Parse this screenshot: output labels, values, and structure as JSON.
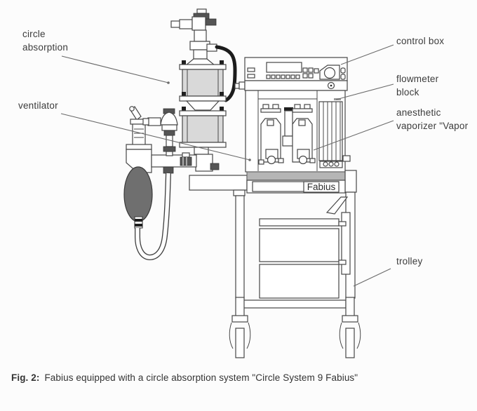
{
  "colors": {
    "line": "#474747",
    "canister_fill": "#d9d9d9",
    "bag_fill": "#6f6f6f",
    "shelf_fill": "#b5b5b5",
    "background": "#fcfcfc",
    "label_text": "#3c3c3c"
  },
  "labels": {
    "circle_absorption": {
      "line1": "circle",
      "line2": "absorption"
    },
    "ventilator": {
      "line1": "ventilator"
    },
    "control_box": {
      "line1": "control box"
    },
    "flowmeter_block": {
      "line1": "flowmeter",
      "line2": "block"
    },
    "anesthetic_vaporizer": {
      "line1": "anesthetic",
      "line2": "vaporizer \"Vapor"
    },
    "trolley": {
      "line1": "trolley"
    }
  },
  "nameplate": {
    "text": "Fabius"
  },
  "caption": {
    "prefix": "Fig. 2:",
    "text": "Fabius equipped with a circle absorption system \"Circle System 9 Fabius\""
  }
}
